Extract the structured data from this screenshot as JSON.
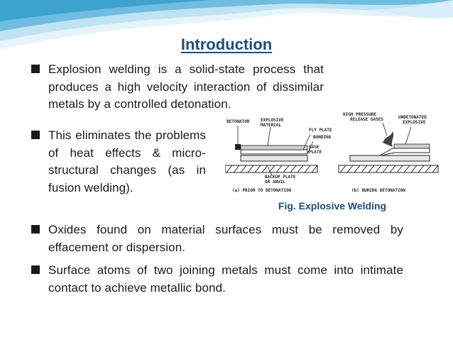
{
  "slide": {
    "title": "Introduction",
    "bullets": [
      "Explosion welding is a solid-state process that produces a high velocity interaction of dissimilar metals by a controlled detonation.",
      "This eliminates the problems of heat effects & micro-structural changes (as in fusion welding).",
      "Oxides found on material surfaces must be removed by effacement or dispersion.",
      "Surface atoms of two joining metals must come into intimate contact to achieve metallic bond."
    ],
    "figure": {
      "caption": "Fig. Explosive Welding",
      "labels": {
        "detonator": "DETONATOR",
        "explosive_material": "EXPLOSIVE\nMATERIAL",
        "fly_plate": "FLY PLATE",
        "bonding": "BONDING",
        "base_plate": "BASE\nPLATE",
        "backup_plate": "BACKUP PLATE\nOR ANVIL",
        "high_pressure": "HIGH PRESSURE\nRELEASE GASES",
        "undetonated": "UNDETONATED\nEXPLOSIVE",
        "panel_a": "(a)   PRIOR TO DETONATION",
        "panel_b": "(b)   DURING DETONATION"
      }
    }
  },
  "colors": {
    "title": "#1f4e79",
    "wave_light": "#cfe9f5",
    "wave_mid": "#8fcbe6",
    "wave_dark": "#3ea2cf"
  }
}
